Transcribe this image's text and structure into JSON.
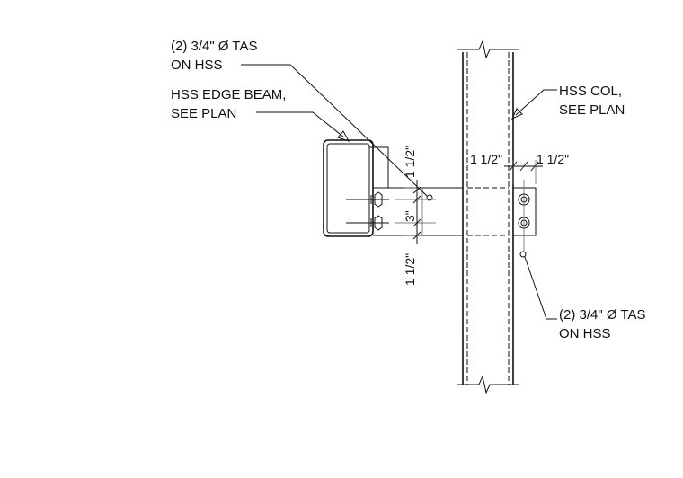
{
  "callouts": {
    "tas_top_line1": "(2) 3/4\" Ø TAS",
    "tas_top_line2": "ON HSS",
    "edge_beam_line1": "HSS EDGE BEAM,",
    "edge_beam_line2": "SEE PLAN",
    "col_line1": "HSS COL,",
    "col_line2": "SEE PLAN",
    "tas_bottom_line1": "(2) 3/4\" Ø TAS",
    "tas_bottom_line2": "ON HSS"
  },
  "dimensions": {
    "vert_top": "1 1/2\"",
    "vert_mid": "3\"",
    "vert_bottom": "1 1/2\"",
    "horiz_left": "1 1/2\"",
    "horiz_right": "1 1/2\""
  }
}
